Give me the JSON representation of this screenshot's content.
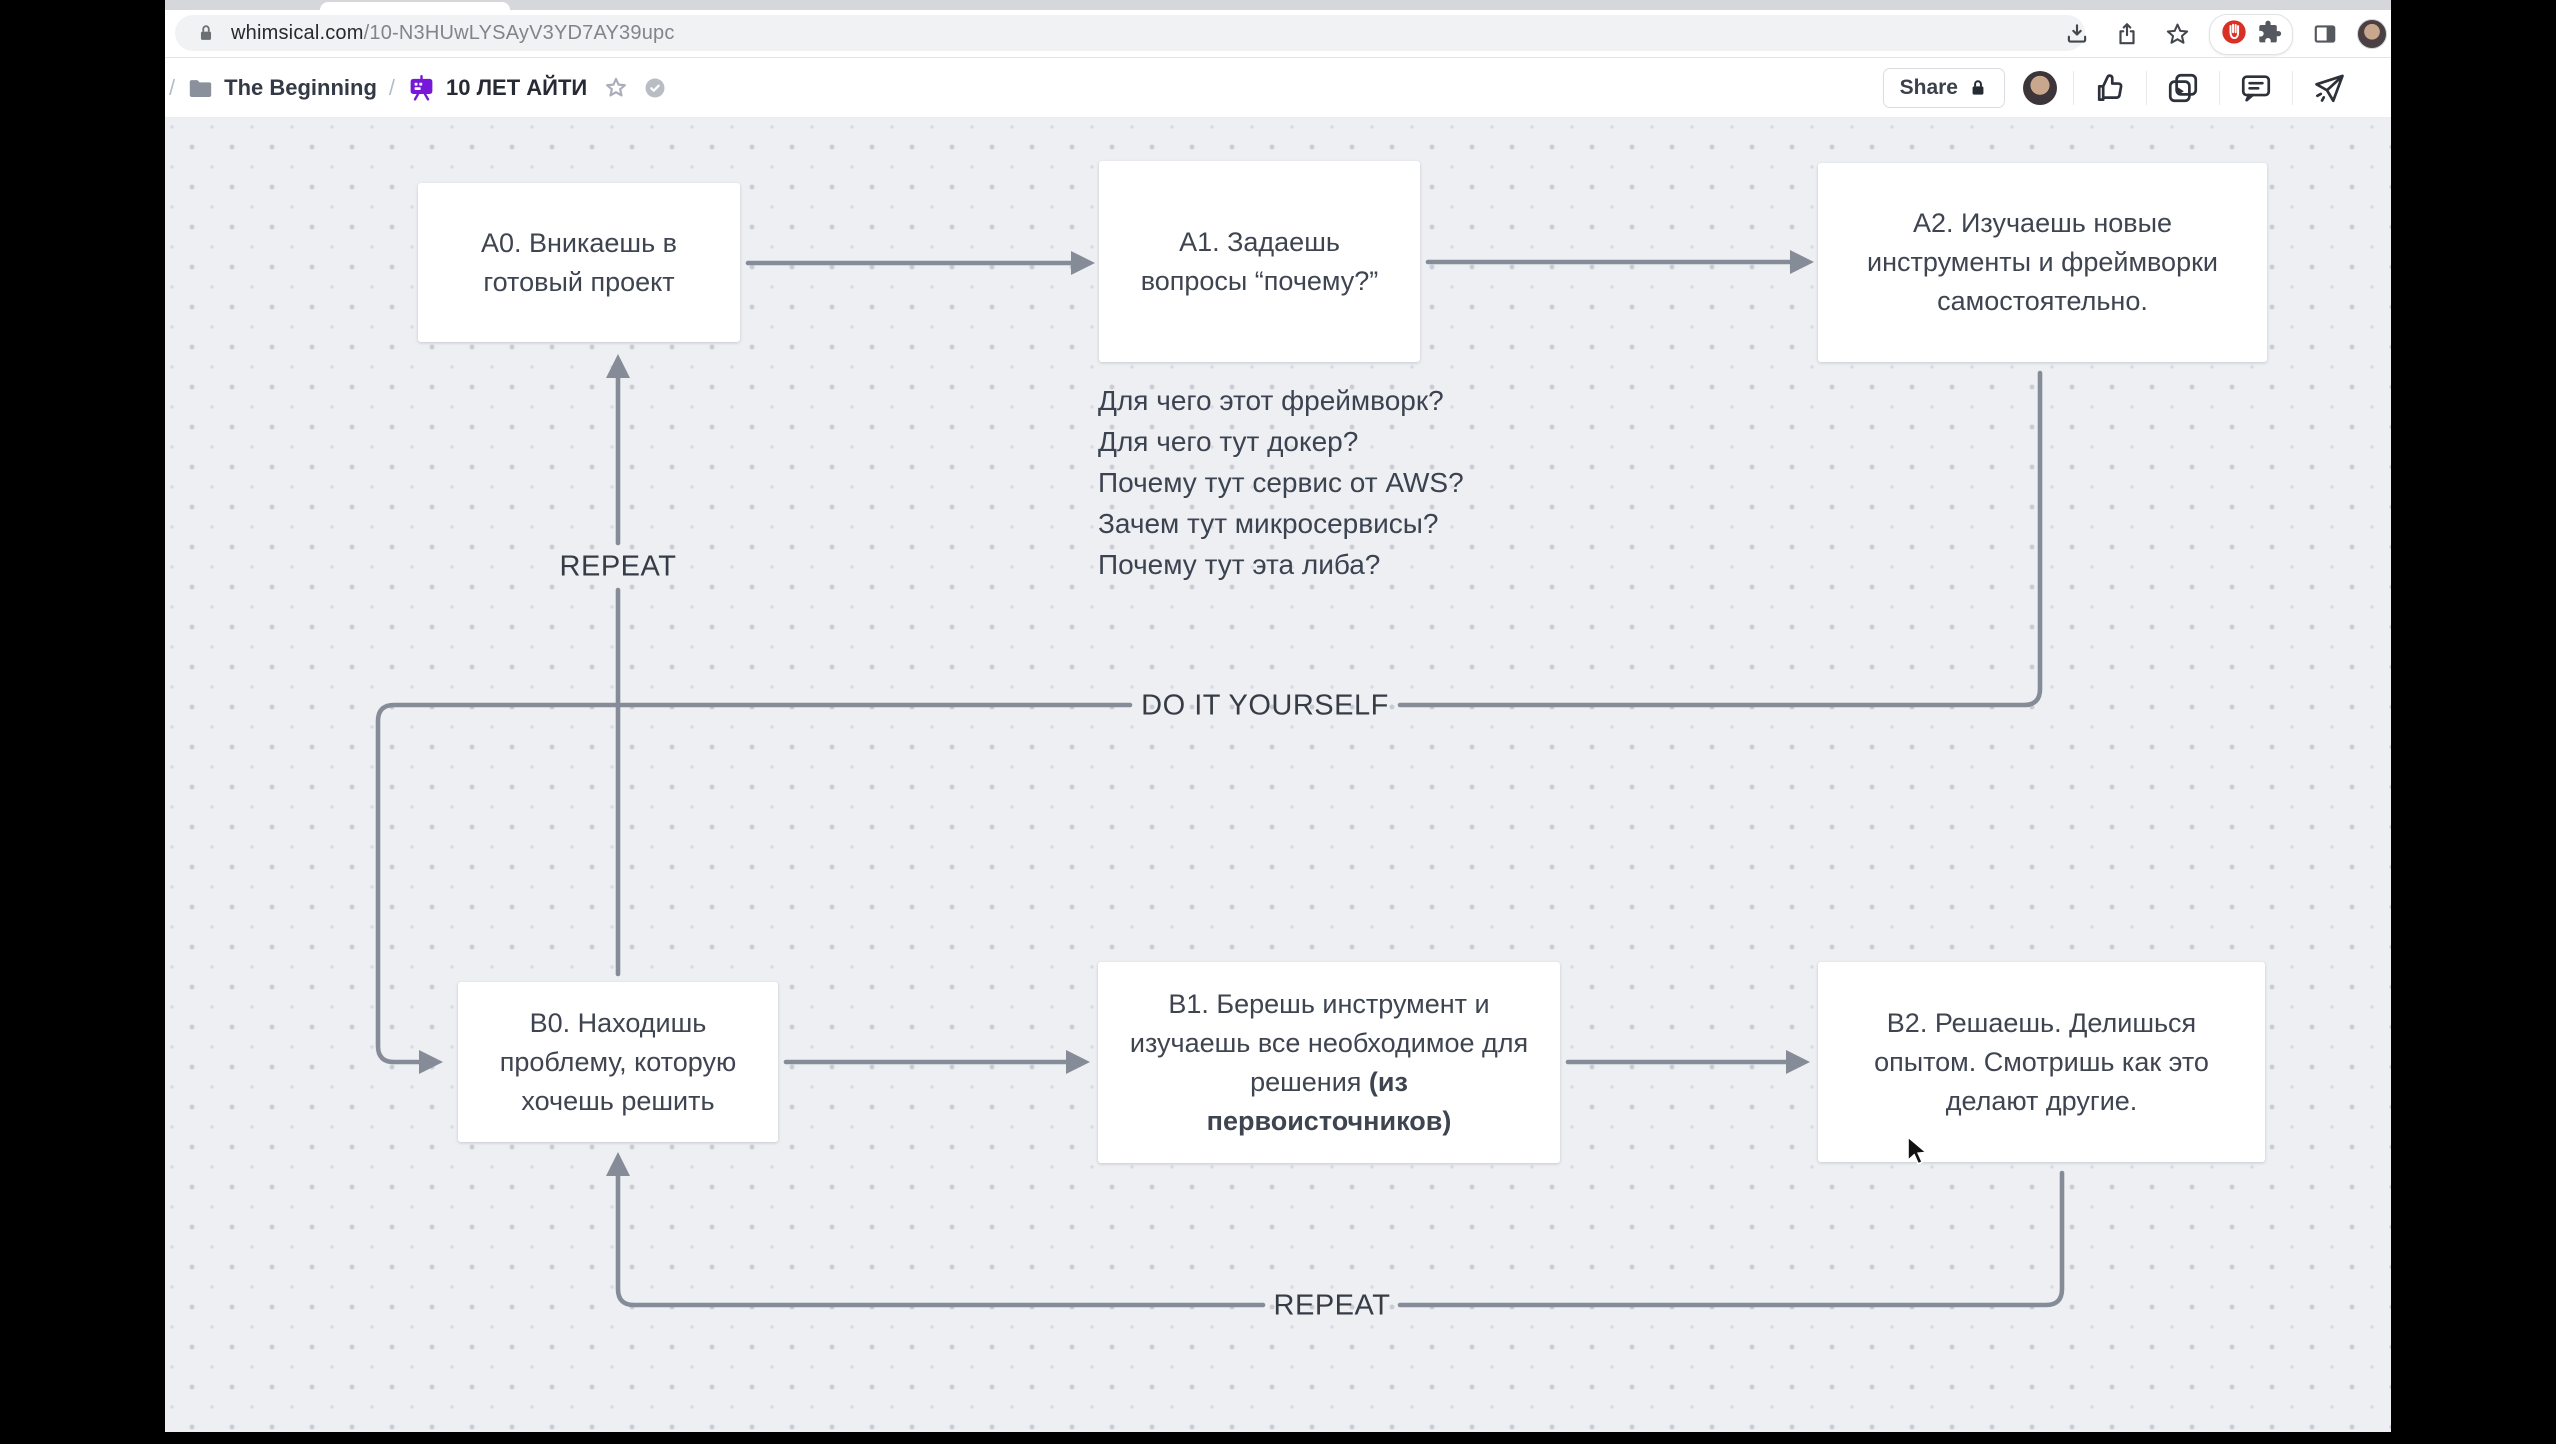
{
  "browser": {
    "url": {
      "domain": "whimsical.com",
      "path": "/10-N3HUwLYSAyV3YD7AY39upc"
    }
  },
  "app_toolbar": {
    "breadcrumb": {
      "leading_separator": "/",
      "separator": "/",
      "items": [
        {
          "label": "The Beginning"
        },
        {
          "label": "10 ЛЕТ АЙТИ"
        }
      ]
    },
    "share_button": {
      "label": "Share"
    }
  },
  "canvas": {
    "nodes": {
      "a0": {
        "text": "А0. Вникаешь в готовый проект"
      },
      "a1": {
        "text": "А1. Задаешь вопросы “почему?”"
      },
      "a2": {
        "text": "А2. Изучаешь новые инструменты и фреймворки самостоятельно."
      },
      "b0": {
        "text": "В0. Находишь проблему, которую хочешь решить"
      },
      "b1": {
        "text_normal": "В1. Берешь инструмент и изучаешь все необходимое для решения ",
        "text_bold": "(из первоисточников)"
      },
      "b2": {
        "text": "В2. Решаешь. Делишься опытом. Смотришь как это делают другие."
      }
    },
    "questions": [
      "Для чего этот фреймворк?",
      "Для чего тут докер?",
      "Почему тут сервис от AWS?",
      "Зачем тут микросервисы?",
      "Почему тут эта либа?"
    ],
    "labels": {
      "repeat_top": "REPEAT",
      "diy": "DO IT YOURSELF",
      "repeat_bottom": "REPEAT"
    },
    "colors": {
      "connector": "#858c97",
      "canvas_bg": "#edeff3",
      "accent_purple": "#7718d8"
    }
  }
}
